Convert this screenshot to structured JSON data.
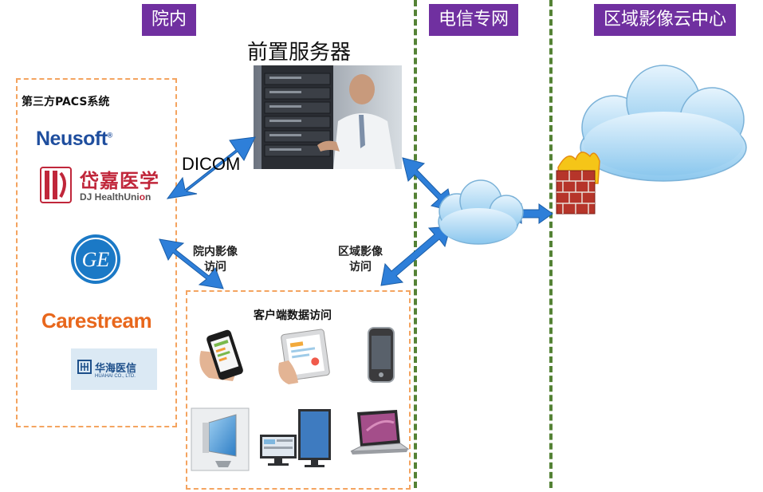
{
  "zones": {
    "hospital": "院内",
    "telecom": "电信专网",
    "regional_cloud": "区域影像云中心"
  },
  "server": {
    "title": "前置服务器"
  },
  "pacs": {
    "heading": "第三方PACS系统",
    "neusoft": "Neusoft",
    "neusoft_mark": "®",
    "djh_cn": "岱嘉医学",
    "djh_en_a": "DJ HealthUni",
    "djh_en_b": "o",
    "djh_en_c": "n",
    "ge": "GE",
    "carestream": "Carestream",
    "huahai_cn": "华海医信",
    "huahai_en": "HUAHAI CO., LTD."
  },
  "links": {
    "dicom": "DICOM",
    "intra_line1": "院内影像",
    "intra_line2": "访问",
    "regional_line1": "区域影像",
    "regional_line2": "访问"
  },
  "client": {
    "heading": "客户端数据访问"
  },
  "colors": {
    "zone_tag": "#7030a0",
    "divider": "#548235",
    "dashed_box": "#f4a460",
    "arrow": "#2e7fd9",
    "neusoft": "#1f4e9e",
    "carestream": "#e8671c",
    "djh": "#c0263a"
  },
  "icons": [
    "cloud-icon",
    "firewall-icon",
    "phone-in-hand-icon",
    "tablet-in-hand-icon",
    "mobile-phone-icon",
    "monitor-icon",
    "workstation-icon",
    "laptop-icon"
  ]
}
